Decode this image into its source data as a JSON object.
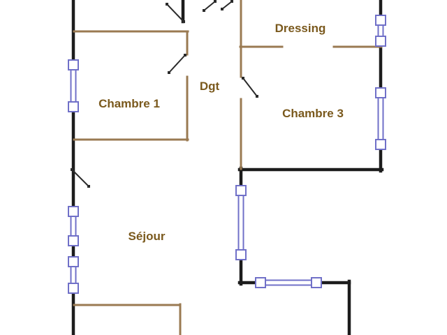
{
  "colors": {
    "background": "#ffffff",
    "exterior_wall": "#1c1c1c",
    "interior_wall": "#9a7a52",
    "window_frame": "#7070c8",
    "window_fill": "#ffffff",
    "door": "#2a2a2a",
    "room_label": "#7a591d"
  },
  "rooms": [
    {
      "id": "dressing",
      "label": "Dressing"
    },
    {
      "id": "chambre-1",
      "label": "Chambre 1"
    },
    {
      "id": "dgt",
      "label": "Dgt"
    },
    {
      "id": "chambre-3",
      "label": "Chambre 3"
    },
    {
      "id": "sejour",
      "label": "Séjour"
    }
  ]
}
